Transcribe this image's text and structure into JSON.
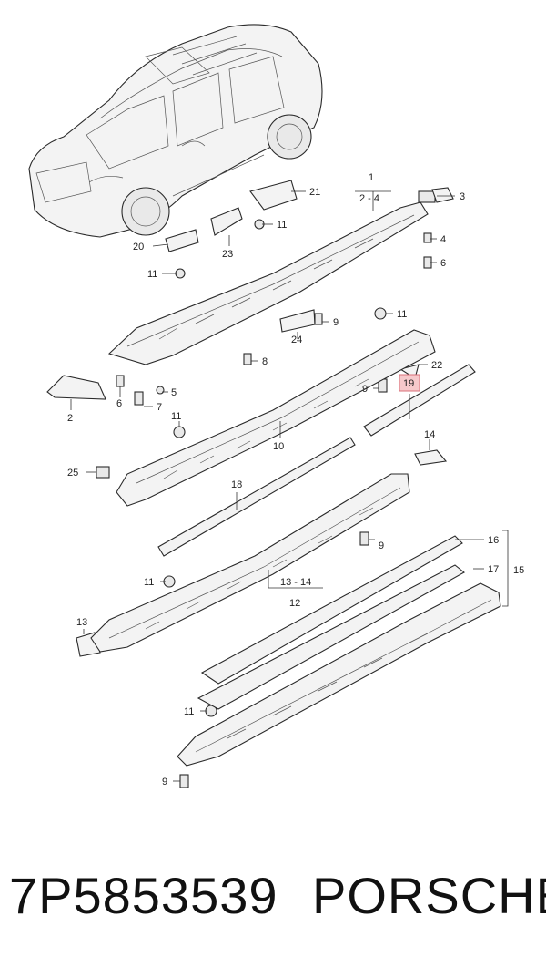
{
  "callouts": [
    {
      "id": "c1",
      "text": "1"
    },
    {
      "id": "c1b",
      "text": "2 - 4"
    },
    {
      "id": "c2a",
      "text": "2"
    },
    {
      "id": "c3",
      "text": "3"
    },
    {
      "id": "c4",
      "text": "4"
    },
    {
      "id": "c5",
      "text": "5"
    },
    {
      "id": "c6a",
      "text": "6"
    },
    {
      "id": "c6b",
      "text": "6"
    },
    {
      "id": "c7",
      "text": "7"
    },
    {
      "id": "c8",
      "text": "8"
    },
    {
      "id": "c9a",
      "text": "9"
    },
    {
      "id": "c9b",
      "text": "9"
    },
    {
      "id": "c9c",
      "text": "9"
    },
    {
      "id": "c9d",
      "text": "9"
    },
    {
      "id": "c10",
      "text": "10"
    },
    {
      "id": "c11a",
      "text": "11"
    },
    {
      "id": "c11b",
      "text": "11"
    },
    {
      "id": "c11c",
      "text": "11"
    },
    {
      "id": "c11d",
      "text": "11"
    },
    {
      "id": "c11e",
      "text": "11"
    },
    {
      "id": "c11f",
      "text": "11"
    },
    {
      "id": "c12",
      "text": "12"
    },
    {
      "id": "c1314",
      "text": "13 - 14"
    },
    {
      "id": "c13",
      "text": "13"
    },
    {
      "id": "c14",
      "text": "14"
    },
    {
      "id": "c15",
      "text": "15"
    },
    {
      "id": "c16",
      "text": "16"
    },
    {
      "id": "c17",
      "text": "17"
    },
    {
      "id": "c18",
      "text": "18"
    },
    {
      "id": "c19",
      "text": "19"
    },
    {
      "id": "c20",
      "text": "20"
    },
    {
      "id": "c21",
      "text": "21"
    },
    {
      "id": "c22",
      "text": "22"
    },
    {
      "id": "c23",
      "text": "23"
    },
    {
      "id": "c24",
      "text": "24"
    },
    {
      "id": "c25",
      "text": "25"
    }
  ],
  "highlighted_part": "19",
  "colors": {
    "highlight": "#f6c9cb",
    "highlight_border": "#d9707a",
    "line": "#333333"
  },
  "footer": {
    "part_number": "7P5853539",
    "brand": "PORSCHE"
  }
}
